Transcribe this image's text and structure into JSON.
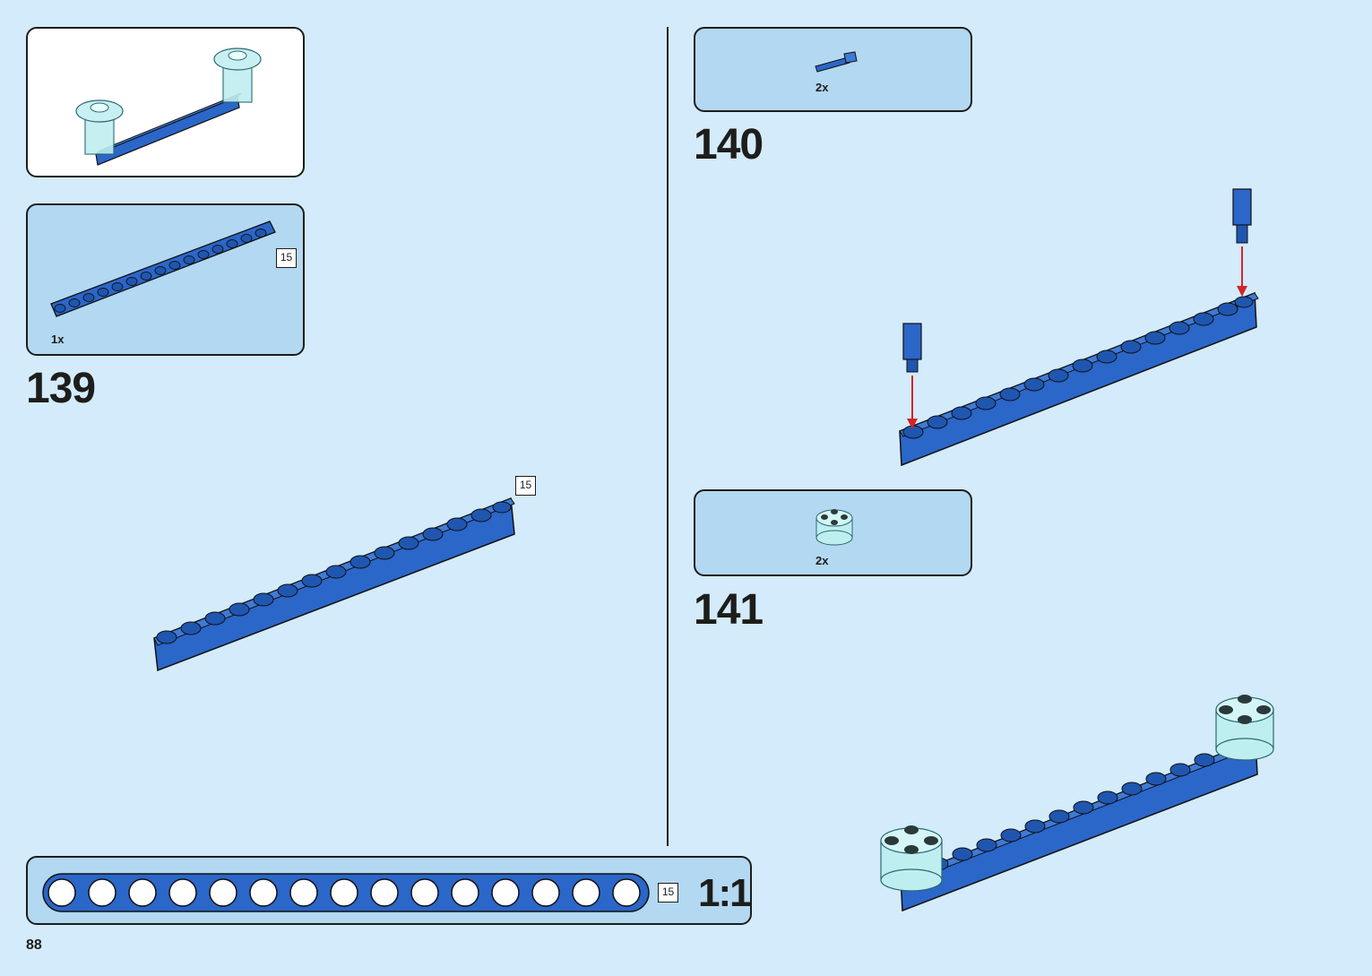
{
  "page": {
    "number": "88"
  },
  "steps": [
    {
      "number": "139",
      "parts": [
        {
          "name": "beam-15",
          "qty": "1x",
          "length_label": "15"
        }
      ],
      "callout_length_label": "15"
    },
    {
      "number": "140",
      "parts": [
        {
          "name": "axle-pin",
          "qty": "2x"
        }
      ]
    },
    {
      "number": "141",
      "parts": [
        {
          "name": "round-brick-trans-light-blue",
          "qty": "2x"
        }
      ]
    }
  ],
  "scale_ruler": {
    "label": "1:1",
    "length_label": "15"
  },
  "colors": {
    "background": "#d3ebfa",
    "callout": "#b3d8f1",
    "beam_blue": "#2b66c9",
    "trans_light_blue": "#bfeef0",
    "arrow_red": "#d3242a"
  },
  "icons": [
    "beam-icon",
    "axle-pin-icon",
    "round-brick-icon",
    "arrow-icon"
  ]
}
